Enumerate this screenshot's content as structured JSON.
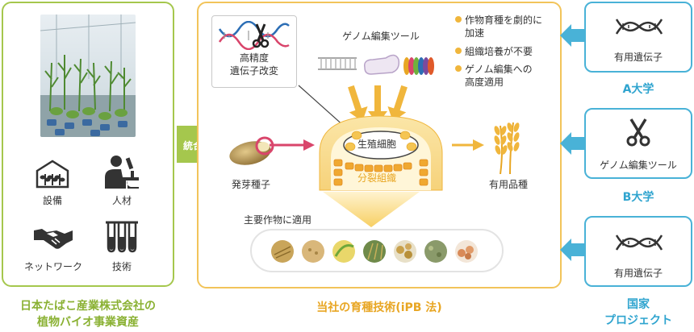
{
  "left_panel": {
    "assets": [
      {
        "label": "設備",
        "icon": "greenhouse-icon"
      },
      {
        "label": "人材",
        "icon": "researcher-icon"
      },
      {
        "label": "ネットワーク",
        "icon": "handshake-icon"
      },
      {
        "label": "技術",
        "icon": "test-tubes-icon"
      }
    ],
    "caption_line1": "日本たばこ産業株式会社の",
    "caption_line2": "植物バイオ事業資産"
  },
  "integration_label": "統合",
  "center_panel": {
    "precision_line1": "高精度",
    "precision_line2": "遺伝子改変",
    "genome_tool_title": "ゲノム編集ツール",
    "bullets": [
      {
        "line1": "作物育種を劇的に",
        "line2": "加速"
      },
      {
        "line1": "組織培養が不要",
        "line2": ""
      },
      {
        "line1": "ゲノム編集への",
        "line2": "高度適用"
      }
    ],
    "seed_label": "発芽種子",
    "cell_label": "生殖細胞",
    "tissue_label": "分裂組織",
    "variety_label": "有用品種",
    "crops_title": "主要作物に適用",
    "caption": "当社の育種技術(iPB 法)"
  },
  "right_panel": {
    "partners": [
      {
        "item": "有用遺伝子",
        "icon": "dna-icon",
        "name": "A大学"
      },
      {
        "item": "ゲノム編集ツール",
        "icon": "scissors-icon",
        "name": "B大学"
      },
      {
        "item": "有用遺伝子",
        "icon": "dna-icon",
        "name_line1": "国家",
        "name_line2": "プロジェクト"
      }
    ]
  },
  "colors": {
    "green": "#a5c74d",
    "orange": "#f2c45a",
    "blue": "#49b2d7",
    "pink": "#d9456b"
  }
}
